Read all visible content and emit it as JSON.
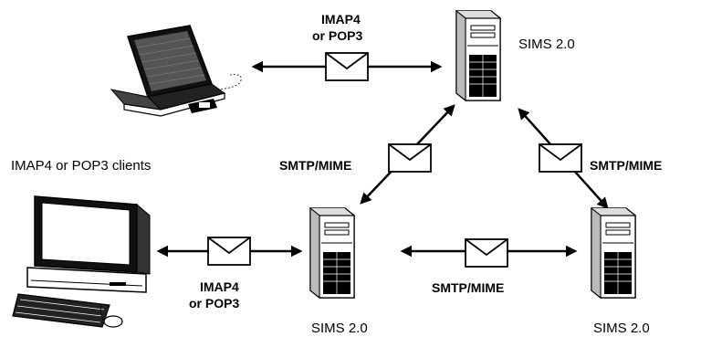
{
  "labels": {
    "top_protocol_line1": "IMAP4",
    "top_protocol_line2": "or POP3",
    "top_server": "SIMS 2.0",
    "clients": "IMAP4 or POP3 clients",
    "left_smtp": "SMTP/MIME",
    "right_smtp": "SMTP/MIME",
    "bottom_protocol_line1": "IMAP4",
    "bottom_protocol_line2": "or POP3",
    "bottom_smtp": "SMTP/MIME",
    "bottom_left_server": "SIMS 2.0",
    "bottom_right_server": "SIMS 2.0"
  },
  "icons": [
    "laptop-icon",
    "desktop-computer-icon",
    "server-tower-icon",
    "envelope-icon",
    "double-arrow-icon"
  ]
}
